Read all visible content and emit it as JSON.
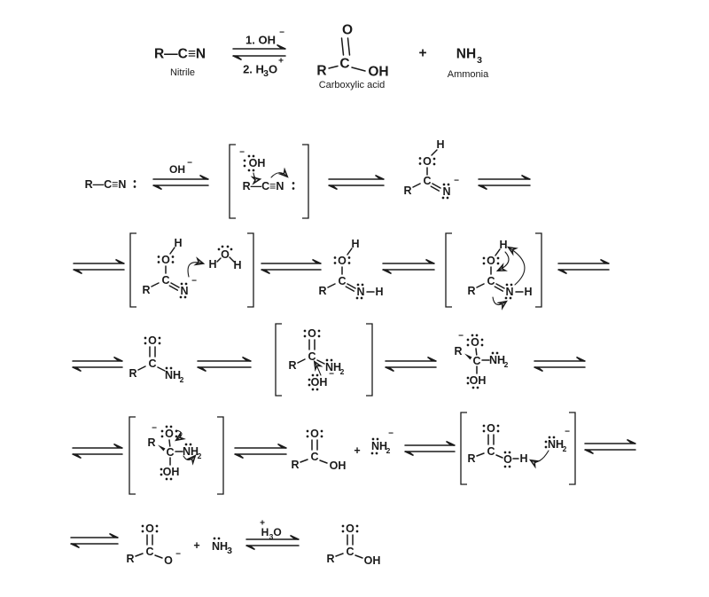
{
  "scheme": {
    "background": "#ffffff",
    "ink": "#1a1a1a"
  },
  "captions": {
    "nitrile": "Nitrile",
    "carboxylic_acid": "Carboxylic acid",
    "ammonia": "Ammonia"
  },
  "conditions": {
    "step1": "1. OH",
    "step1_charge": "−",
    "step2": "2. H",
    "step2_sub": "3",
    "step2_o": "O",
    "step2_charge": "+",
    "hydroxide": "OH",
    "hydroxide_charge": "−",
    "hydronium_charge": "+",
    "hydronium_h": "H",
    "hydronium_sub": "3",
    "hydronium_o": "O"
  },
  "atoms": {
    "r": "R",
    "c": "C",
    "n": "N",
    "o": "O",
    "h": "H",
    "oh": "OH",
    "nh": "NH",
    "nitrile_chain": "R—C≡N",
    "sub2": "2",
    "sub3": "3",
    "plus": "+",
    "minus": "−"
  }
}
